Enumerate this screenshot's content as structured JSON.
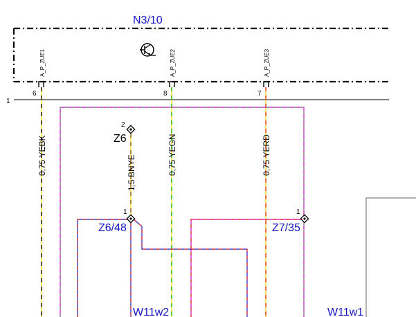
{
  "module": {
    "name": "N3/10",
    "rail_label": "1"
  },
  "pins": [
    {
      "signal": "A_P_ZUE1",
      "number": "6"
    },
    {
      "signal": "A_P_ZUE2",
      "number": "8"
    },
    {
      "signal": "A_P_ZUE3",
      "number": "7"
    }
  ],
  "wires": {
    "w1": "0,75 YEBK",
    "w2": "1,5 BNYE",
    "w3": "0,75 YEGN",
    "w4": "0,75 YERD"
  },
  "connectors": {
    "z6": {
      "name": "Z6",
      "pin": "2"
    },
    "z648": {
      "name": "Z6/48",
      "pin": "1"
    },
    "z735": {
      "name": "Z7/35",
      "pin": "1"
    }
  },
  "harness": {
    "w11w2": "W11w2",
    "w11w1": "W11w1"
  },
  "colors": {
    "yellow": "#f0e000",
    "black": "#000000",
    "green": "#00b400",
    "red": "#e02020",
    "magenta": "#c800c8",
    "blue": "#1414c8",
    "brown": "#8b4a1a",
    "gray": "#808080"
  }
}
